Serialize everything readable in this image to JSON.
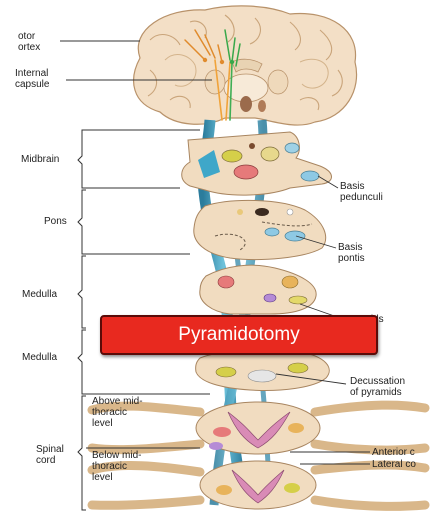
{
  "labels": {
    "motor_cortex": "otor\nortex",
    "internal_capsule": "Internal\ncapsule",
    "midbrain": "Midbrain",
    "pons": "Pons",
    "medulla_upper": "Medulla",
    "medulla_lower": "Medulla",
    "spinal_cord": "Spinal\ncord",
    "above_mid_thoracic": "Above mid-\nthoracic\nlevel",
    "below_mid_thoracic": "Below mid-\nthoracic\nlevel",
    "basis_pedunculi": "Basis\npedunculi",
    "basis_pontis": "Basis\npontis",
    "pyramids": "Pyramids",
    "decussation": "Decussation\nof pyramids",
    "anterior": "Anterior c",
    "lateral": "Lateral co"
  },
  "banner": {
    "text": "Pyramidotomy"
  },
  "colors": {
    "banner_fill": "#e8291f",
    "tissue": "#f1dcc0",
    "tract": "#3b9ab8",
    "nerve": "#d9b78a"
  }
}
